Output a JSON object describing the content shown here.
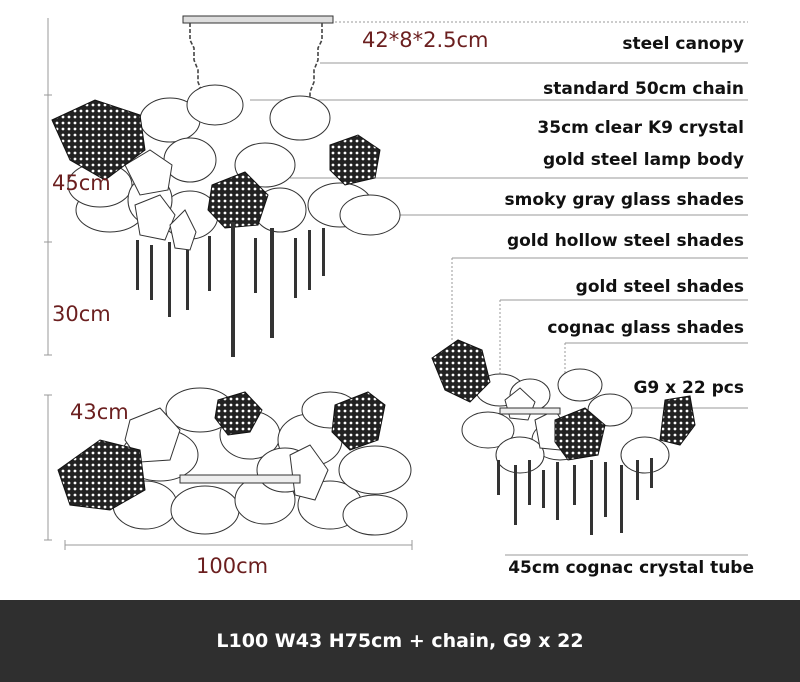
{
  "dimensions": {
    "canopy": "42*8*2.5cm",
    "height_body": "45cm",
    "height_tubes": "30cm",
    "width_depth": "43cm",
    "length": "100cm"
  },
  "specs": [
    "steel canopy",
    "standard 50cm chain",
    "35cm clear K9 crystal",
    "gold steel lamp body",
    "smoky gray glass shades",
    "gold hollow steel shades",
    "gold steel shades",
    "cognac glass shades",
    "G9 x 22 pcs",
    "45cm cognac crystal tube"
  ],
  "footer": {
    "text": "L100 W43 H75cm + chain, G9 x 22"
  },
  "colors": {
    "dimension_text": "#6b1f1f",
    "footer_background": "#2f2f2f"
  }
}
